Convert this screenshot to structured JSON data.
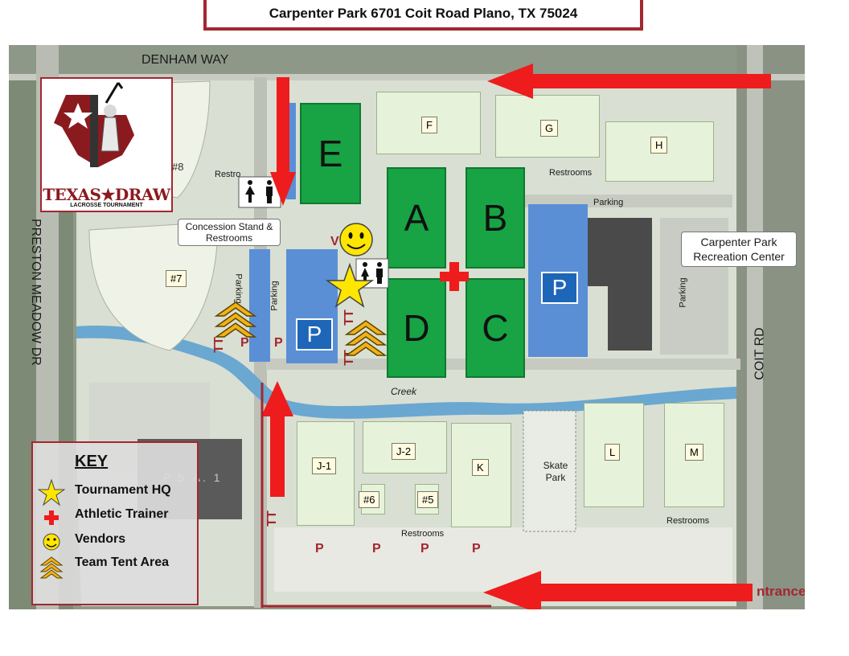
{
  "header": {
    "title": "Carpenter Park 6701 Coit Road Plano, TX 75024"
  },
  "streets": {
    "north": "DENHAM WAY",
    "west": "PRESTON MEADOW DR",
    "east": "COIT RD",
    "creek": "Creek"
  },
  "logo": {
    "title": "TEXAS★DRAW",
    "subtitle": "LACROSSE TOURNAMENT"
  },
  "fields": {
    "game": [
      "A",
      "B",
      "C",
      "D",
      "E"
    ],
    "other": {
      "F": "F",
      "G": "G",
      "H": "H",
      "J1": "J-1",
      "J2": "J-2",
      "K": "K",
      "L": "L",
      "M": "M",
      "f5": "#5",
      "f6": "#6",
      "f7": "#7",
      "f8": "#8"
    }
  },
  "labels": {
    "concession": "Concession Stand & Restrooms",
    "restrooms": "Restrooms",
    "restrooms_partial": "Restro",
    "parking": "Parking",
    "rec_center": "Carpenter Park Recreation Center",
    "skate_park": "Skate Park",
    "psa": "P.S.A. 1",
    "entrance": "ntrance",
    "p": "P",
    "tt": "TT",
    "v": "V"
  },
  "key": {
    "title": "KEY",
    "items": [
      {
        "icon": "star-icon",
        "label": "Tournament HQ"
      },
      {
        "icon": "red-cross-icon",
        "label": "Athletic Trainer"
      },
      {
        "icon": "smiley-icon",
        "label": "Vendors"
      },
      {
        "icon": "tent-chevron-icon",
        "label": "Team Tent Area"
      }
    ]
  },
  "colors": {
    "accent": "#a3272f",
    "arrow": "#ee1c1c",
    "game_field": "#18a344",
    "parking_blue": "#5a8fd6",
    "highlight": "#ffe600"
  }
}
